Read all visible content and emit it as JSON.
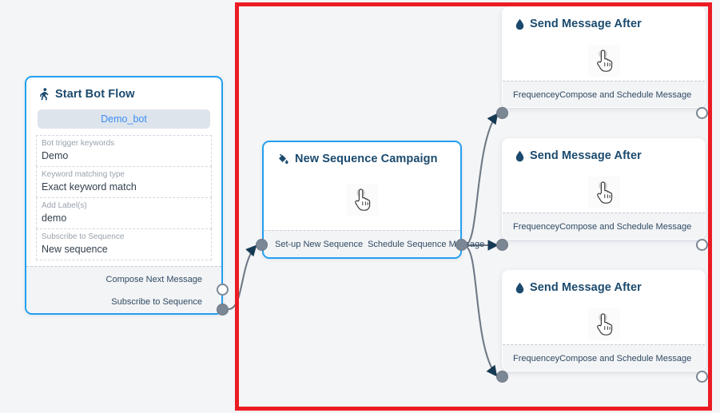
{
  "canvas": {
    "background_color": "#f4f5f7",
    "highlight_color": "#ec1c24"
  },
  "nodes": {
    "start_bot_flow": {
      "title": "Start Bot Flow",
      "icon": "running-person-icon",
      "bot_pill": "Demo_bot",
      "fields": [
        {
          "label": "Bot trigger keywords",
          "value": "Demo"
        },
        {
          "label": "Keyword matching type",
          "value": "Exact keyword match"
        },
        {
          "label": "Add Label(s)",
          "value": "demo"
        },
        {
          "label": "Subscribe to Sequence",
          "value": "New sequence"
        }
      ],
      "ports": [
        {
          "label": "Compose Next Message",
          "style": "hollow"
        },
        {
          "label": "Subscribe to Sequence",
          "style": "filled"
        }
      ]
    },
    "new_sequence_campaign": {
      "title": "New Sequence Campaign",
      "icon": "paint-bucket-icon",
      "body_icon": "hand-pointer-icon",
      "ports_in": {
        "label": "Set-up New Sequence",
        "style": "filled"
      },
      "ports_out": {
        "label": "Schedule Sequence Message",
        "style": "filled"
      }
    },
    "send_message_after": [
      {
        "title": "Send Message After",
        "icon": "water-droplet-icon",
        "body_icon": "hand-pointer-icon",
        "in_label": "Frequencey",
        "out_label": "Compose and Schedule Message"
      },
      {
        "title": "Send Message After",
        "icon": "water-droplet-icon",
        "body_icon": "hand-pointer-icon",
        "in_label": "Frequencey",
        "out_label": "Compose and Schedule Message"
      },
      {
        "title": "Send Message After",
        "icon": "water-droplet-icon",
        "body_icon": "hand-pointer-icon",
        "in_label": "Frequencey",
        "out_label": "Compose and Schedule Message"
      }
    ]
  }
}
